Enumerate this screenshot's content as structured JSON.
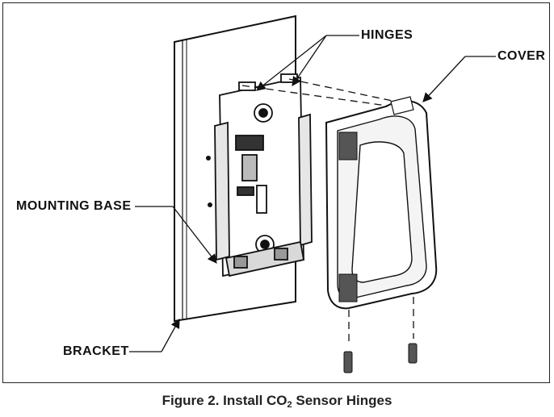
{
  "labels": {
    "hinges": "HINGES",
    "cover": "COVER",
    "mounting_base": "MOUNTING BASE",
    "bracket": "BRACKET"
  },
  "caption": {
    "prefix": "Figure 2. Install CO",
    "subscript": "2",
    "suffix": " Sensor Hinges"
  }
}
